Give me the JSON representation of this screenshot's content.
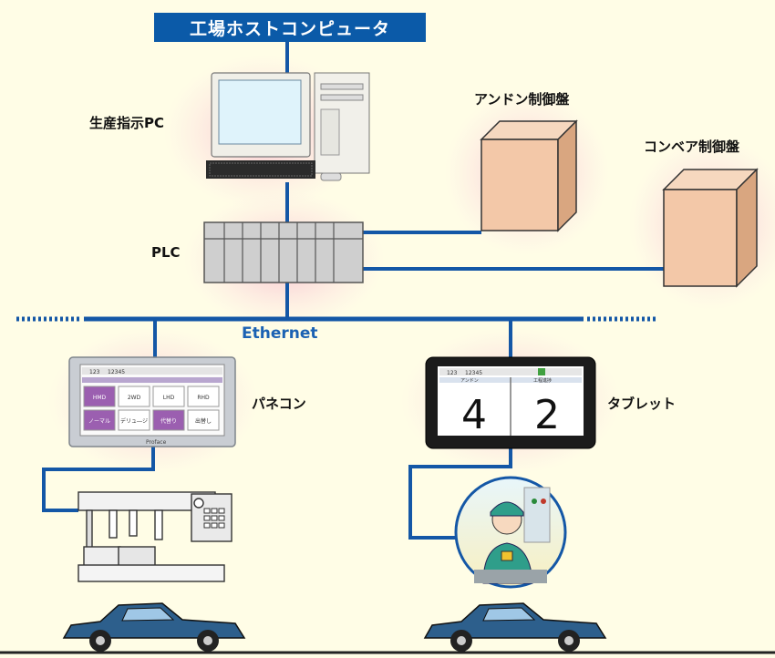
{
  "host": {
    "title": "工場ホストコンピュータ"
  },
  "nodes": {
    "pc": "生産指示PC",
    "andon": "アンドン制御盤",
    "conveyor": "コンベア制御盤",
    "plc": "PLC",
    "network": "Ethernet",
    "panel": "パネコン",
    "tablet": "タブレット"
  },
  "panel_screen": {
    "top_num1": "123",
    "top_num2": "12345",
    "buttons": [
      "HMD",
      "2WD",
      "LHD",
      "RHD",
      "ノーマル",
      "デリュ―ジ",
      "代替り",
      "出替し"
    ],
    "brand": "Proface"
  },
  "tablet_screen": {
    "top_num1": "123",
    "top_num2": "12345",
    "left_header": "アンドン",
    "right_header": "工程進捗",
    "left_value": "4",
    "right_value": "2"
  },
  "colors": {
    "line": "#1457a6",
    "host_bar": "#0b5aa8",
    "box": "#f3c8a8",
    "background": "#fffde6"
  }
}
